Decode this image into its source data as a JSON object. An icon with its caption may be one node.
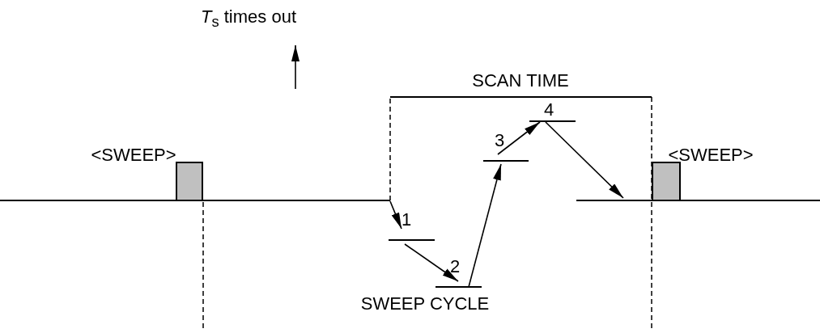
{
  "diagram": {
    "nodes": [
      {
        "text": [
          "*T*$_{s}$ times out"
        ]
      },
      {
        "text": [
          "<SWEEP>"
        ]
      },
      {
        "text": [
          "<SWEEP>"
        ]
      },
      {
        "text": [],
        "shape": "bar"
      },
      {
        "text": [
          "1"
        ]
      },
      {
        "text": [
          "2"
        ]
      },
      {
        "text": [
          "3"
        ]
      },
      {
        "text": [
          "4"
        ]
      },
      {
        "text": [],
        "shape": "bar"
      }
    ],
    "edges": [
      {
        "from": null,
        "to": 0,
        "arrow": "to"
      },
      {
        "from": 3,
        "to": 4,
        "arrow": "to"
      },
      {
        "from": 4,
        "to": 5,
        "arrow": "to"
      },
      {
        "from": 5,
        "to": 6,
        "arrow": "to"
      },
      {
        "from": 6,
        "to": 7,
        "arrow": "to"
      },
      {
        "from": 7,
        "to": 8,
        "arrow": "to"
      }
    ],
    "labels": [
      "SCAN TIME",
      "SWEEP CYCLE"
    ]
  }
}
